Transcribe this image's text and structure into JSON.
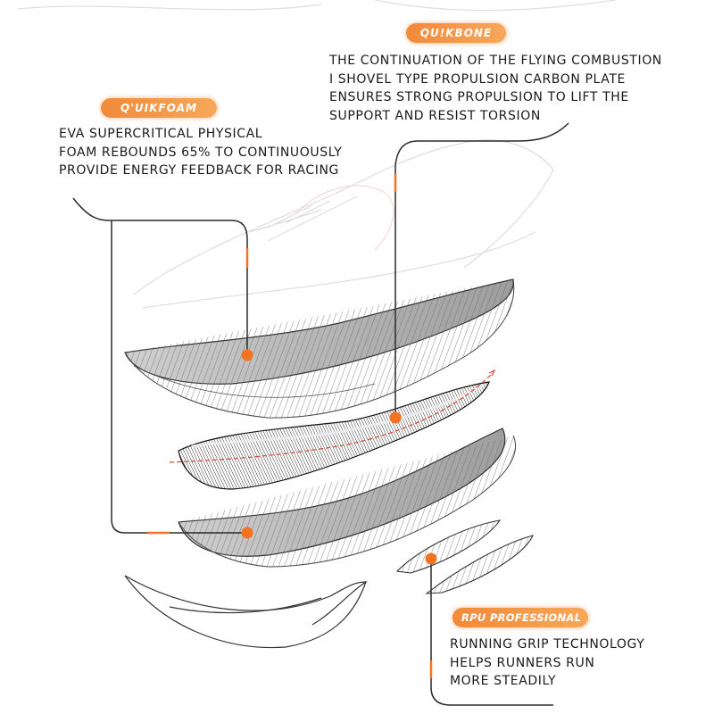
{
  "theme": {
    "accent": "#f37320",
    "badge_gradient_start": "#f08a3a",
    "badge_gradient_end": "#f6a85a",
    "line_color": "#2a2a2a",
    "text_color": "#1a1a1a"
  },
  "callouts": {
    "quikfoam": {
      "badge": "Q'UIKFOAM",
      "lines": [
        "EVA SUPERCRITICAL PHYSICAL",
        "FOAM REBOUNDS 65%  TO CONTINUOUSLY",
        "PROVIDE  ENERGY FEEDBACK FOR RACING"
      ]
    },
    "quikbone": {
      "badge": "QU!KBONE",
      "lines": [
        "THE CONTINUATION OF THE FLYING COMBUSTION",
        "I SHOVEL TYPE PROPULSION CARBON PLATE",
        "ENSURES STRONG PROPULSION TO LIFT THE",
        "SUPPORT AND RESIST TORSION"
      ]
    },
    "rpu": {
      "badge": "RPU PROFESSIONAL",
      "lines": [
        "RUNNING GRIP TECHNOLOGY",
        "HELPS RUNNERS RUN",
        "MORE STEADILY"
      ]
    }
  }
}
